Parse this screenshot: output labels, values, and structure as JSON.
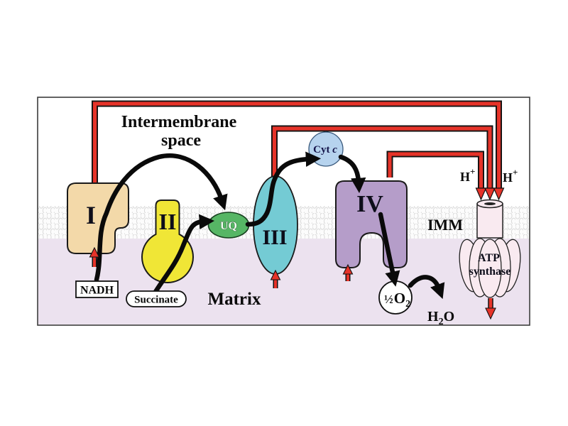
{
  "labels": {
    "intermembrane_line1": "Intermembrane",
    "intermembrane_line2": "space",
    "matrix": "Matrix",
    "imm": "IMM",
    "complex_i": "I",
    "complex_ii": "II",
    "complex_iii": "III",
    "complex_iv": "IV",
    "uq": "UQ",
    "cyt": "Cyt ",
    "cyt_c_italic": "c",
    "nadh": "NADH",
    "succinate": "Succinate",
    "atp_line1": "ATP",
    "atp_line2": "synthase",
    "o2": {
      "half": "½",
      "o": "O",
      "sub": "2"
    },
    "h2o": {
      "h": "H",
      "sub": "2",
      "o": "O"
    },
    "hplus": {
      "h": "H",
      "sup": "+"
    }
  },
  "colors": {
    "complex_i": "#f3d9a9",
    "complex_ii": "#f0e636",
    "uq_fill": "#56b665",
    "uq_text": "#f4fff4",
    "complex_iii": "#74cbd4",
    "cyt_c_fill": "#b6d3ee",
    "complex_iv": "#b59dc9",
    "atp_fill": "#f9eaf0",
    "proton_red": "#e63329",
    "matrix_bg": "#ece2ef",
    "text_dark": "#0d0d1a"
  }
}
